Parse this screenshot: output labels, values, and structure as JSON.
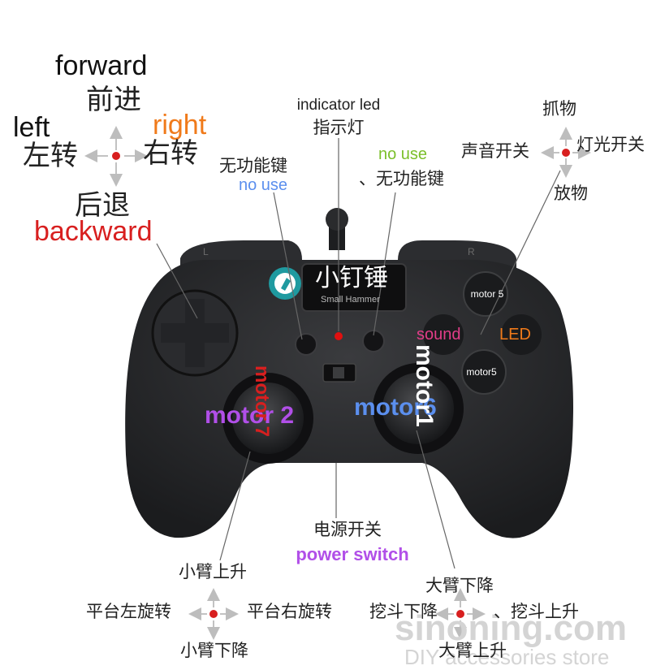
{
  "colors": {
    "black": "#111111",
    "orange": "#f07a1a",
    "red": "#d81f1f",
    "blue": "#5b8fee",
    "purple": "#b14fe8",
    "pink": "#e23d88",
    "green": "#7bbf2a",
    "watermark": "#d4d4d4"
  },
  "dpad_legend": {
    "forward_en": "forward",
    "forward_cn": "前进",
    "left_en": "left",
    "left_cn": "左转",
    "right_en": "right",
    "right_cn": "右转",
    "backward_cn": "后退",
    "backward_en": "backward"
  },
  "top_buttons": {
    "indicator_en": "indicator led",
    "indicator_cn": "指示灯",
    "left_btn_cn": "无功能键",
    "left_btn_en": "no use",
    "right_btn_en": "no use",
    "right_btn_cn": "、无功能键"
  },
  "right_legend": {
    "top": "抓物",
    "left": "声音开关",
    "right": "灯光开关",
    "bottom": "放物"
  },
  "controller": {
    "brand_cn": "小钉锤",
    "brand_en": "Small Hammer",
    "shoulder_left": "L",
    "shoulder_right": "R",
    "btn_top": "motor 5",
    "btn_left": "sound",
    "btn_right": "LED",
    "btn_bottom": "motor5",
    "left_stick_h": "motor 2",
    "left_stick_v": "motor 7",
    "right_stick_h": "motor6",
    "right_stick_v": "motor1"
  },
  "power": {
    "cn": "电源开关",
    "en": "power switch"
  },
  "bottom_left": {
    "top": "小臂上升",
    "left": "平台左旋转",
    "right": "平台右旋转",
    "bottom": "小臂下降"
  },
  "bottom_right": {
    "top": "大臂下降",
    "left": "挖斗下降",
    "right": "、挖斗上升",
    "bottom": "大臂上升"
  },
  "watermark": {
    "line1": "sinoning.com",
    "line2": "DIY accessories store"
  }
}
